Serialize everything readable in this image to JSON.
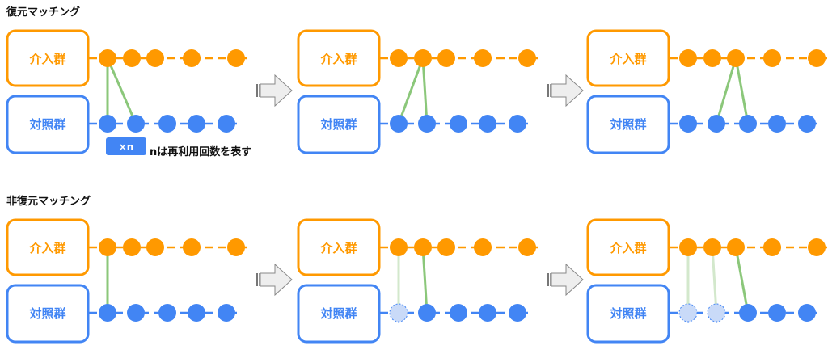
{
  "colors": {
    "treatment": "#FF9900",
    "control": "#4285F4",
    "match_line": "#8BC77A",
    "match_line_faded": "#D3E8CC",
    "used_control_fill": "#C9DAF8",
    "arrow_fill": "#EEEEEE",
    "arrow_stroke": "#888888"
  },
  "sections": [
    {
      "title": "復元マッチング",
      "steps": [
        {
          "treatment_label": "介入群",
          "control_label": "対照群",
          "matches": [
            {
              "t": 0,
              "c": 0,
              "faded": false
            },
            {
              "t": 0,
              "c": 1,
              "faded": false
            }
          ],
          "used_controls": []
        },
        {
          "treatment_label": "介入群",
          "control_label": "対照群",
          "matches": [
            {
              "t": 1,
              "c": 0,
              "faded": false
            },
            {
              "t": 1,
              "c": 1,
              "faded": false
            }
          ],
          "used_controls": []
        },
        {
          "treatment_label": "介入群",
          "control_label": "対照群",
          "matches": [
            {
              "t": 2,
              "c": 1,
              "faded": false
            },
            {
              "t": 2,
              "c": 2,
              "faded": false
            }
          ],
          "used_controls": []
        }
      ]
    },
    {
      "title": "非復元マッチング",
      "steps": [
        {
          "treatment_label": "介入群",
          "control_label": "対照群",
          "matches": [
            {
              "t": 0,
              "c": 0,
              "faded": false
            }
          ],
          "used_controls": []
        },
        {
          "treatment_label": "介入群",
          "control_label": "対照群",
          "matches": [
            {
              "t": 0,
              "c": 0,
              "faded": true
            },
            {
              "t": 1,
              "c": 1,
              "faded": false
            }
          ],
          "used_controls": [
            0
          ]
        },
        {
          "treatment_label": "介入群",
          "control_label": "対照群",
          "matches": [
            {
              "t": 0,
              "c": 0,
              "faded": true
            },
            {
              "t": 1,
              "c": 1,
              "faded": true
            },
            {
              "t": 2,
              "c": 2,
              "faded": false
            }
          ],
          "used_controls": [
            0,
            1
          ]
        }
      ]
    }
  ],
  "legend": {
    "badge_label": "×n",
    "text": "nは再利用回数を表す"
  },
  "icons": {
    "step_arrow": "right-arrow-icon"
  }
}
